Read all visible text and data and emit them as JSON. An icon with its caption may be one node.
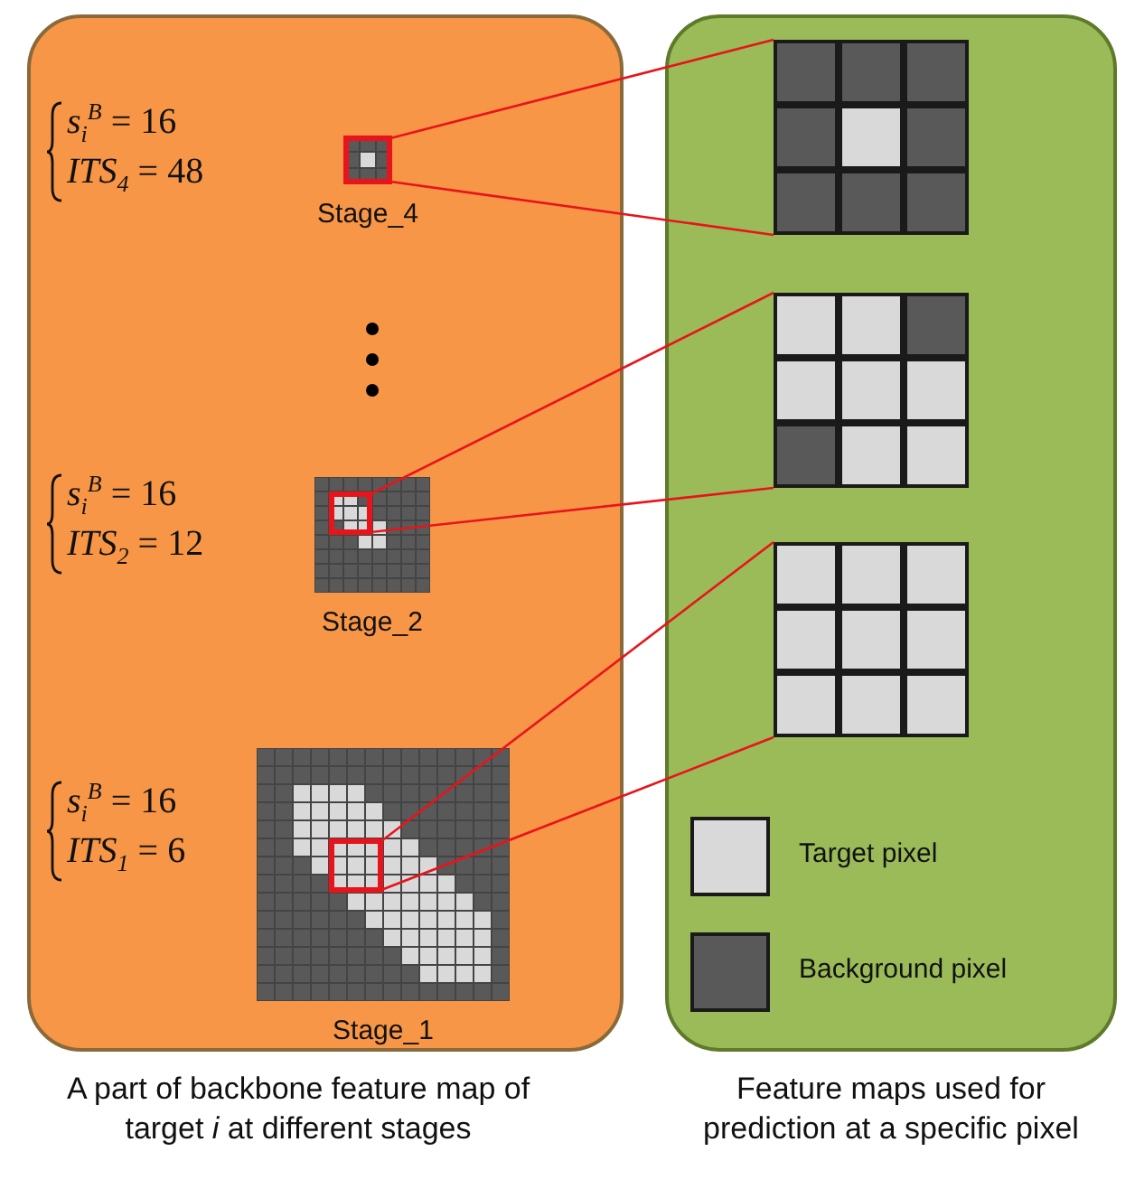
{
  "diagram": {
    "nodes": [
      {
        "text": [],
        "shape": "box",
        "beside": [
          "A part of backbone  feature map of target *i* at different stages"
        ]
      },
      {
        "text": [],
        "shape": "picture",
        "in": 0,
        "beside": [
          "Stage_4"
        ]
      },
      {
        "text": [],
        "shape": "picture",
        "in": 0,
        "beside": [
          "Stage_2"
        ]
      },
      {
        "text": [],
        "shape": "picture",
        "in": 0,
        "beside": [
          "Stage_1"
        ]
      },
      {
        "text": [],
        "shape": "box",
        "beside": [
          "Feature maps used for prediction at a specific pixel"
        ]
      },
      {
        "text": [],
        "shape": "picture",
        "in": 4
      },
      {
        "text": [],
        "shape": "picture",
        "in": 4
      },
      {
        "text": [],
        "shape": "picture",
        "in": 4
      }
    ],
    "edges": [
      {
        "from": 1,
        "to": 5,
        "arrow": "none"
      },
      {
        "from": 1,
        "to": 5,
        "arrow": "none"
      },
      {
        "from": 2,
        "to": 6,
        "arrow": "none"
      },
      {
        "from": 2,
        "to": 6,
        "arrow": "none"
      },
      {
        "from": 3,
        "to": 7,
        "arrow": "none"
      },
      {
        "from": 3,
        "to": 7,
        "arrow": "none"
      }
    ],
    "labels": [
      "*s*$_{i}$$^{B}$ = 16",
      "*ITS*$_{4}$ = 48",
      "*s*$_{i}$$^{B}$ = 16",
      "*ITS*$_{2}$ = 12",
      "*s*$_{i}$$^{B}$ = 16",
      "*ITS*$_{1}$ = 6"
    ],
    "legend": [
      {
        "text": "Target pixel",
        "color": "#d9d9d9"
      },
      {
        "text": "Background pixel",
        "color": "#595959"
      }
    ]
  }
}
